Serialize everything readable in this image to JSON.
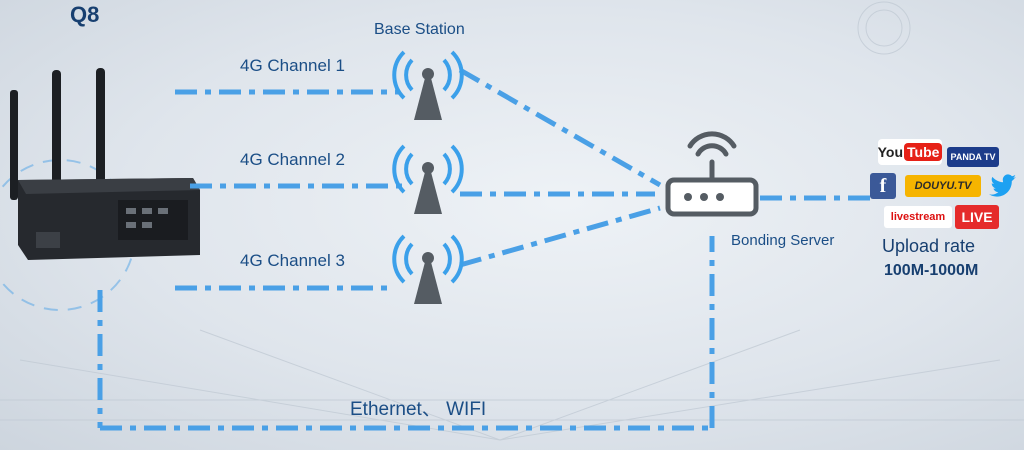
{
  "device": {
    "name": "Q8"
  },
  "base_station": {
    "label": "Base Station"
  },
  "channels": [
    {
      "label": "4G Channel 1"
    },
    {
      "label": "4G Channel 2"
    },
    {
      "label": "4G Channel 3"
    }
  ],
  "bonding_server": {
    "label": "Bonding Server"
  },
  "ethernet": {
    "label": "Ethernet、 WIFI"
  },
  "platforms": {
    "youtube_you": "You",
    "youtube_tube": "Tube",
    "pandatv": "PANDA TV",
    "facebook": "f",
    "douyu": "DOUYU.TV",
    "livestream": "livestream",
    "live": "LIVE"
  },
  "upload": {
    "title": "Upload rate",
    "value": "100M-1000M"
  },
  "colors": {
    "link": "#4aa0e6",
    "accent_dark": "#173f70",
    "tower": "#555c63",
    "signal": "#3ba0ea"
  }
}
